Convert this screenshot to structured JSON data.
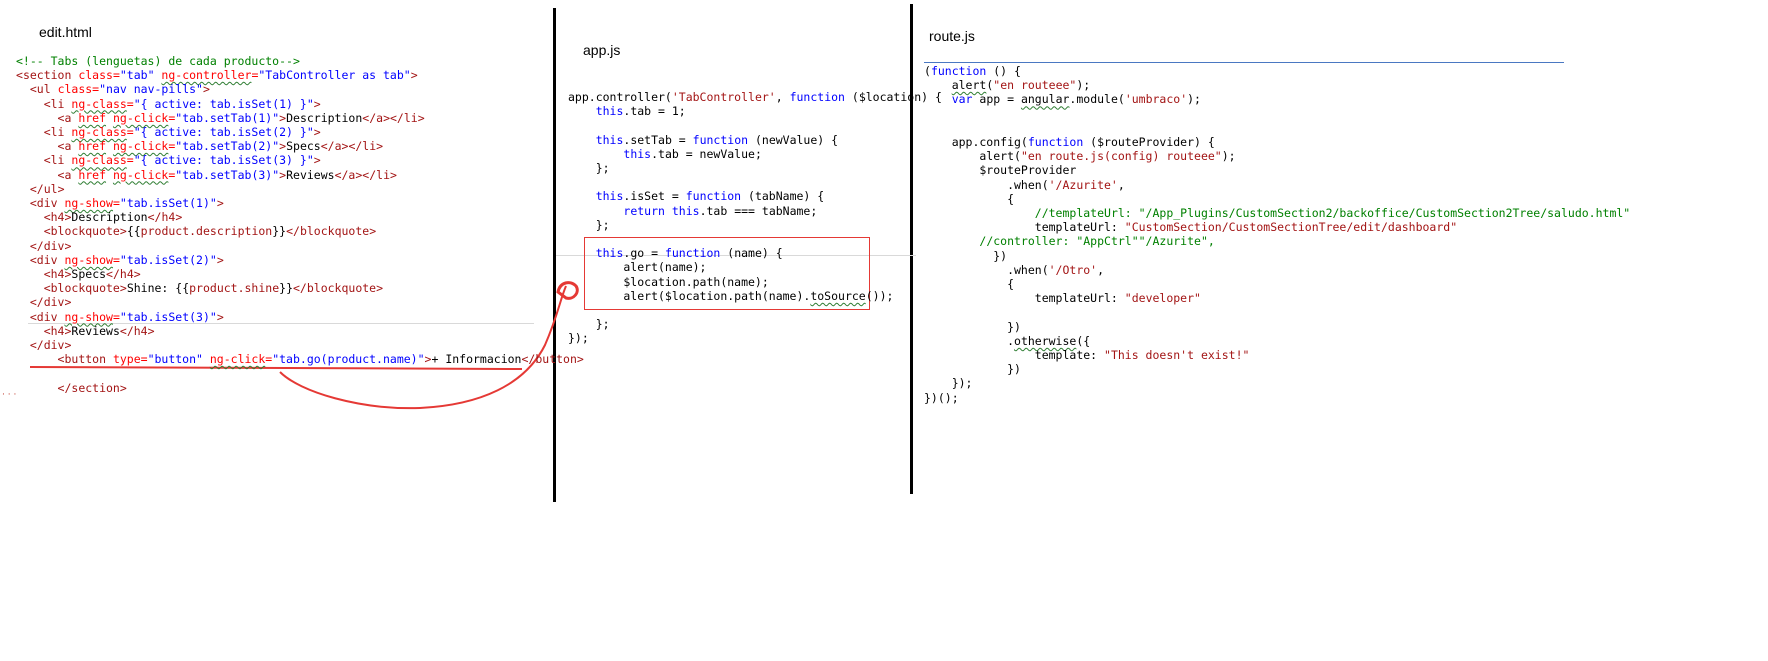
{
  "panels": [
    {
      "id": "edit",
      "title": "edit.html",
      "lines": [
        [
          [
            "<!-- Tabs (lenguetas) de cada producto-->",
            "com"
          ]
        ],
        [
          [
            "<",
            "tag"
          ],
          [
            "section ",
            "tag"
          ],
          [
            "class=",
            "attr"
          ],
          [
            "\"tab\" ",
            "str"
          ],
          [
            "ng-controller",
            "attr",
            "sq"
          ],
          [
            "=",
            "attr"
          ],
          [
            "\"TabController as tab\"",
            "str"
          ],
          [
            ">",
            "tag"
          ]
        ],
        [
          [
            "  <",
            "tag"
          ],
          [
            "ul ",
            "tag"
          ],
          [
            "class=",
            "attr"
          ],
          [
            "\"nav nav-pills\"",
            "str"
          ],
          [
            ">",
            "tag"
          ]
        ],
        [
          [
            "    <",
            "tag"
          ],
          [
            "li ",
            "tag"
          ],
          [
            "ng-class",
            "attr",
            "sq"
          ],
          [
            "=",
            "attr"
          ],
          [
            "\"{ active: tab.isSet(1) }\"",
            "str"
          ],
          [
            ">",
            "tag"
          ]
        ],
        [
          [
            "      <",
            "tag"
          ],
          [
            "a ",
            "tag"
          ],
          [
            "href",
            "attr",
            "sq"
          ],
          [
            " ",
            "txt"
          ],
          [
            "ng-click",
            "attr",
            "sq"
          ],
          [
            "=",
            "attr"
          ],
          [
            "\"tab.setTab(1)\"",
            "str"
          ],
          [
            ">",
            "tag"
          ],
          [
            "Description",
            "txt"
          ],
          [
            "</",
            "tag"
          ],
          [
            "a",
            "tag"
          ],
          [
            "></",
            "tag"
          ],
          [
            "li",
            "tag"
          ],
          [
            ">",
            "tag"
          ]
        ],
        [
          [
            "    <",
            "tag"
          ],
          [
            "li ",
            "tag"
          ],
          [
            "ng-class",
            "attr",
            "sq"
          ],
          [
            "=",
            "attr"
          ],
          [
            "\"{ active: tab.isSet(2) }\"",
            "str"
          ],
          [
            ">",
            "tag"
          ]
        ],
        [
          [
            "      <",
            "tag"
          ],
          [
            "a ",
            "tag"
          ],
          [
            "href",
            "attr",
            "sq"
          ],
          [
            " ",
            "txt"
          ],
          [
            "ng-click",
            "attr",
            "sq"
          ],
          [
            "=",
            "attr"
          ],
          [
            "\"tab.setTab(2)\"",
            "str"
          ],
          [
            ">",
            "tag"
          ],
          [
            "Specs",
            "txt"
          ],
          [
            "</",
            "tag"
          ],
          [
            "a",
            "tag"
          ],
          [
            "></",
            "tag"
          ],
          [
            "li",
            "tag"
          ],
          [
            ">",
            "tag"
          ]
        ],
        [
          [
            "    <",
            "tag"
          ],
          [
            "li ",
            "tag"
          ],
          [
            "ng-class",
            "attr",
            "sq"
          ],
          [
            "=",
            "attr"
          ],
          [
            "\"{ active: tab.isSet(3) }\"",
            "str"
          ],
          [
            ">",
            "tag"
          ]
        ],
        [
          [
            "      <",
            "tag"
          ],
          [
            "a ",
            "tag"
          ],
          [
            "href",
            "attr",
            "sq"
          ],
          [
            " ",
            "txt"
          ],
          [
            "ng-click",
            "attr",
            "sq"
          ],
          [
            "=",
            "attr"
          ],
          [
            "\"tab.setTab(3)\"",
            "str"
          ],
          [
            ">",
            "tag"
          ],
          [
            "Reviews",
            "txt"
          ],
          [
            "</",
            "tag"
          ],
          [
            "a",
            "tag"
          ],
          [
            "></",
            "tag"
          ],
          [
            "li",
            "tag"
          ],
          [
            ">",
            "tag"
          ]
        ],
        [
          [
            "  </",
            "tag"
          ],
          [
            "ul",
            "tag"
          ],
          [
            ">",
            "tag"
          ]
        ],
        [
          [
            "  <",
            "tag"
          ],
          [
            "div ",
            "tag"
          ],
          [
            "ng-show",
            "attr",
            "sq"
          ],
          [
            "=",
            "attr"
          ],
          [
            "\"tab.isSet(1)\"",
            "str"
          ],
          [
            ">",
            "tag"
          ]
        ],
        [
          [
            "    <",
            "tag"
          ],
          [
            "h4",
            "tag"
          ],
          [
            ">",
            "tag"
          ],
          [
            "Description",
            "txt"
          ],
          [
            "</",
            "tag"
          ],
          [
            "h4",
            "tag"
          ],
          [
            ">",
            "tag"
          ]
        ],
        [
          [
            "    <",
            "tag"
          ],
          [
            "blockquote",
            "tag"
          ],
          [
            ">",
            "tag"
          ],
          [
            "{{",
            "txt"
          ],
          [
            "product.description",
            "tag"
          ],
          [
            "}}",
            "txt"
          ],
          [
            "</",
            "tag"
          ],
          [
            "blockquote",
            "tag"
          ],
          [
            ">",
            "tag"
          ]
        ],
        [
          [
            "  </",
            "tag"
          ],
          [
            "div",
            "tag"
          ],
          [
            ">",
            "tag"
          ]
        ],
        [
          [
            "  <",
            "tag"
          ],
          [
            "div ",
            "tag"
          ],
          [
            "ng-show",
            "attr",
            "sq"
          ],
          [
            "=",
            "attr"
          ],
          [
            "\"tab.isSet(2)\"",
            "str"
          ],
          [
            ">",
            "tag"
          ]
        ],
        [
          [
            "    <",
            "tag"
          ],
          [
            "h4",
            "tag"
          ],
          [
            ">",
            "tag"
          ],
          [
            "Specs",
            "txt"
          ],
          [
            "</",
            "tag"
          ],
          [
            "h4",
            "tag"
          ],
          [
            ">",
            "tag"
          ]
        ],
        [
          [
            "    <",
            "tag"
          ],
          [
            "blockquote",
            "tag"
          ],
          [
            ">",
            "tag"
          ],
          [
            "Shine: {{",
            "txt"
          ],
          [
            "product.shine",
            "tag"
          ],
          [
            "}}",
            "txt"
          ],
          [
            "</",
            "tag"
          ],
          [
            "blockquote",
            "tag"
          ],
          [
            ">",
            "tag"
          ]
        ],
        [
          [
            "  </",
            "tag"
          ],
          [
            "div",
            "tag"
          ],
          [
            ">",
            "tag"
          ]
        ],
        [
          [
            "  <",
            "tag"
          ],
          [
            "div ",
            "tag"
          ],
          [
            "ng-show",
            "attr",
            "sq"
          ],
          [
            "=",
            "attr"
          ],
          [
            "\"tab.isSet(3)\"",
            "str"
          ],
          [
            ">",
            "tag"
          ]
        ],
        [
          [
            "    <",
            "tag"
          ],
          [
            "h4",
            "tag"
          ],
          [
            ">",
            "tag"
          ],
          [
            "Reviews",
            "txt"
          ],
          [
            "</",
            "tag"
          ],
          [
            "h4",
            "tag"
          ],
          [
            ">",
            "tag"
          ]
        ],
        [
          [
            "  </",
            "tag"
          ],
          [
            "div",
            "tag"
          ],
          [
            ">",
            "tag"
          ]
        ],
        [
          [
            "      <",
            "tag"
          ],
          [
            "button ",
            "tag"
          ],
          [
            "type=",
            "attr"
          ],
          [
            "\"button\" ",
            "str"
          ],
          [
            "ng-click",
            "attr",
            "sq"
          ],
          [
            "=",
            "attr"
          ],
          [
            "\"tab.go(product.name)\"",
            "str"
          ],
          [
            ">",
            "tag"
          ],
          [
            "+ Informacion",
            "txt"
          ],
          [
            "</",
            "tag"
          ],
          [
            "button",
            "tag"
          ],
          [
            ">",
            "tag"
          ]
        ],
        [
          [
            "",
            "txt"
          ]
        ],
        [
          [
            "      </",
            "tag"
          ],
          [
            "section",
            "tag"
          ],
          [
            ">",
            "tag"
          ]
        ]
      ]
    },
    {
      "id": "app",
      "title": "app.js",
      "lines": [
        [
          [
            "app.controller(",
            "txt"
          ],
          [
            "'TabController'",
            "jsstr"
          ],
          [
            ", ",
            "txt"
          ],
          [
            "function",
            "kw"
          ],
          [
            " ($location) {",
            "txt"
          ]
        ],
        [
          [
            "    ",
            "txt"
          ],
          [
            "this",
            "kw"
          ],
          [
            ".tab = 1;",
            "txt"
          ]
        ],
        [
          [
            "",
            "txt"
          ]
        ],
        [
          [
            "    ",
            "txt"
          ],
          [
            "this",
            "kw"
          ],
          [
            ".setTab = ",
            "txt"
          ],
          [
            "function",
            "kw"
          ],
          [
            " (newValue) {",
            "txt"
          ]
        ],
        [
          [
            "        ",
            "txt"
          ],
          [
            "this",
            "kw"
          ],
          [
            ".tab = newValue;",
            "txt"
          ]
        ],
        [
          [
            "    };",
            "txt"
          ]
        ],
        [
          [
            "",
            "txt"
          ]
        ],
        [
          [
            "    ",
            "txt"
          ],
          [
            "this",
            "kw"
          ],
          [
            ".isSet = ",
            "txt"
          ],
          [
            "function",
            "kw"
          ],
          [
            " (tabName) {",
            "txt"
          ]
        ],
        [
          [
            "        ",
            "txt"
          ],
          [
            "return",
            "kw"
          ],
          [
            " ",
            "txt"
          ],
          [
            "this",
            "kw"
          ],
          [
            ".tab === tabName;",
            "txt"
          ]
        ],
        [
          [
            "    };",
            "txt"
          ]
        ],
        [
          [
            "",
            "txt"
          ]
        ],
        [
          [
            "    ",
            "txt"
          ],
          [
            "this",
            "kw"
          ],
          [
            ".go = ",
            "txt"
          ],
          [
            "function",
            "kw"
          ],
          [
            " (name) {",
            "txt"
          ]
        ],
        [
          [
            "        alert(name);",
            "txt"
          ]
        ],
        [
          [
            "        $location.path(name);",
            "txt"
          ]
        ],
        [
          [
            "        alert($location.path(name).",
            "txt"
          ],
          [
            "toSource",
            "txt",
            "sq"
          ],
          [
            "());",
            "txt"
          ]
        ],
        [
          [
            "",
            "txt"
          ]
        ],
        [
          [
            "    };",
            "txt"
          ]
        ],
        [
          [
            "});",
            "txt"
          ]
        ]
      ]
    },
    {
      "id": "route",
      "title": "route.js",
      "lines": [
        [
          [
            "(",
            "txt"
          ],
          [
            "function",
            "kw"
          ],
          [
            " () {",
            "txt"
          ]
        ],
        [
          [
            "    ",
            "txt"
          ],
          [
            "alert",
            "txt",
            "sq"
          ],
          [
            "(",
            "txt"
          ],
          [
            "\"en routeee\"",
            "jsstr"
          ],
          [
            ");",
            "txt"
          ]
        ],
        [
          [
            "    ",
            "txt"
          ],
          [
            "var",
            "kw"
          ],
          [
            " app = ",
            "txt"
          ],
          [
            "angular",
            "txt",
            "sq"
          ],
          [
            ".module(",
            "txt"
          ],
          [
            "'umbraco'",
            "jsstr"
          ],
          [
            ");",
            "txt"
          ]
        ],
        [
          [
            "",
            "txt"
          ]
        ],
        [
          [
            "",
            "txt"
          ]
        ],
        [
          [
            "    app.config(",
            "txt"
          ],
          [
            "function",
            "kw"
          ],
          [
            " ($routeProvider) {",
            "txt"
          ]
        ],
        [
          [
            "        alert(",
            "txt"
          ],
          [
            "\"en route.js(config) routeee\"",
            "jsstr"
          ],
          [
            ");",
            "txt"
          ]
        ],
        [
          [
            "        $routeProvider",
            "txt"
          ]
        ],
        [
          [
            "            .when(",
            "txt"
          ],
          [
            "'/Azurite'",
            "jsstr"
          ],
          [
            ",",
            "txt"
          ]
        ],
        [
          [
            "            {",
            "txt"
          ]
        ],
        [
          [
            "                ",
            "txt"
          ],
          [
            "//templateUrl: \"/App_Plugins/CustomSection2/backoffice/CustomSection2Tree/saludo.html\"",
            "com"
          ]
        ],
        [
          [
            "                templateUrl: ",
            "txt"
          ],
          [
            "\"CustomSection/CustomSectionTree/edit/dashboard\"",
            "jsstr"
          ]
        ],
        [
          [
            "        ",
            "txt"
          ],
          [
            "//controller: \"AppCtrl\"\"/Azurite\",",
            "com"
          ]
        ],
        [
          [
            "          })",
            "txt"
          ]
        ],
        [
          [
            "            .when(",
            "txt"
          ],
          [
            "'/Otro'",
            "jsstr"
          ],
          [
            ",",
            "txt"
          ]
        ],
        [
          [
            "            {",
            "txt"
          ]
        ],
        [
          [
            "                templateUrl: ",
            "txt"
          ],
          [
            "\"developer\"",
            "jsstr"
          ]
        ],
        [
          [
            "",
            "txt"
          ]
        ],
        [
          [
            "            })",
            "txt"
          ]
        ],
        [
          [
            "            .",
            "txt"
          ],
          [
            "otherwise",
            "txt",
            "sq"
          ],
          [
            "({",
            "txt"
          ]
        ],
        [
          [
            "                template: ",
            "txt"
          ],
          [
            "\"This doesn't exist!\"",
            "jsstr"
          ]
        ],
        [
          [
            "            })",
            "txt"
          ]
        ],
        [
          [
            "    });",
            "txt"
          ]
        ],
        [
          [
            "})();",
            "txt"
          ]
        ]
      ]
    }
  ],
  "colors": {
    "keyword": "#0000ff",
    "tag": "#a31515",
    "attribute": "#ff0000",
    "comment": "#008000",
    "annotation": "#e53935"
  }
}
